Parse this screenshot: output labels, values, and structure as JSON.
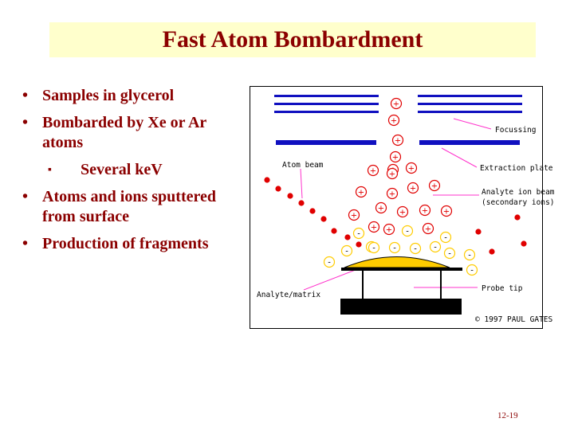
{
  "slide": {
    "title": "Fast Atom Bombardment",
    "bullets": [
      "Samples in glycerol",
      "Bombarded by Xe or Ar atoms",
      "Several keV",
      "Atoms and ions sputtered from surface",
      "Production of fragments"
    ],
    "bullet_glyph": "•",
    "sub_glyph": "▪",
    "page_number": "12-19"
  },
  "diagram": {
    "labels": {
      "focussing": "Focussing",
      "extraction_plate": "Extraction plate",
      "atom_beam": "Atom beam",
      "analyte_ion_beam": "Analyte ion beam",
      "secondary_ions": "(secondary ions)",
      "analyte_matrix": "Analyte/matrix",
      "probe_tip": "Probe tip",
      "copyright": "© 1997 PAUL GATES"
    },
    "plus_sign": "+",
    "minus_sign": "-",
    "colors": {
      "plates": "#1010c0",
      "label_lines": "#ff33cc",
      "atoms": "#e00000",
      "plus_ion": "#e00000",
      "minus_ion": "#e00000",
      "sample": "#ffcc00",
      "title_color": "#8b0000",
      "title_background": "#ffffcc"
    }
  }
}
